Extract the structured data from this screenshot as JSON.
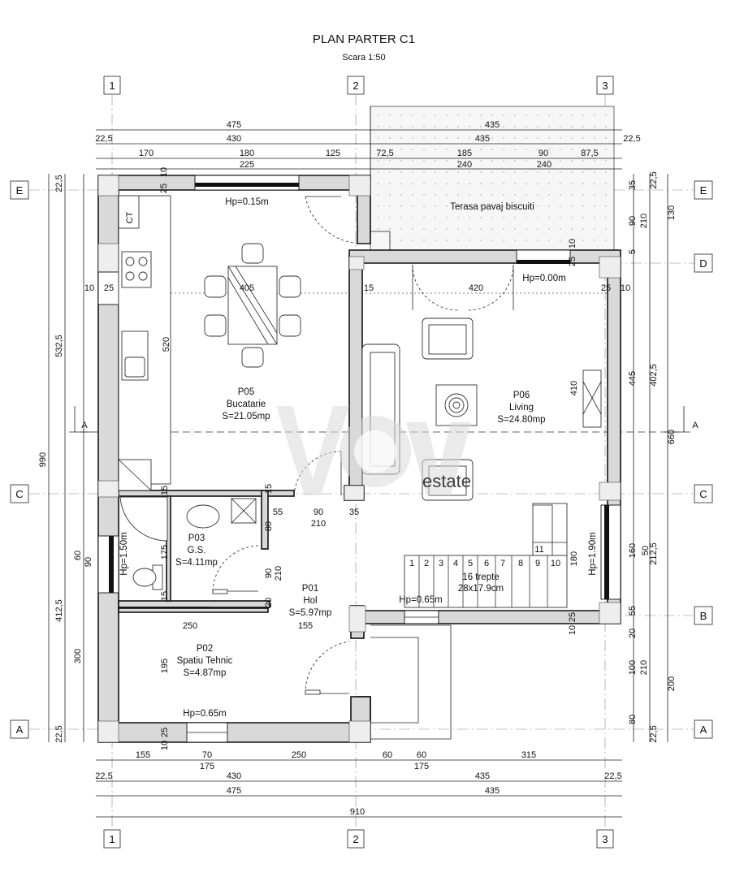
{
  "title": "PLAN PARTER C1",
  "scale": "Scara 1:50",
  "watermark": "estate",
  "axes": {
    "vertical": [
      "1",
      "2",
      "3"
    ],
    "horizontal": [
      "E",
      "D",
      "C",
      "B",
      "A"
    ],
    "section": "A"
  },
  "rooms": [
    {
      "code": "P05",
      "name": "Bucatarie",
      "area": "S=21.05mp"
    },
    {
      "code": "P06",
      "name": "Living",
      "area": "S=24.80mp"
    },
    {
      "code": "P03",
      "name": "G.S.",
      "area": "S=4.11mp"
    },
    {
      "code": "P01",
      "name": "Hol",
      "area": "S=5.97mp"
    },
    {
      "code": "P02",
      "name": "Spatiu Tehnic",
      "area": "S=4.87mp"
    }
  ],
  "terrace": "Terasa pavaj biscuiti",
  "stairs": {
    "label": "16 trepte",
    "size": "28x17.9cm",
    "steps": [
      "1",
      "2",
      "3",
      "4",
      "5",
      "6",
      "7",
      "8",
      "9",
      "10",
      "11"
    ]
  },
  "window_notes": {
    "kitchen_top": "Hp=0.15m",
    "living_top": "Hp=0.00m",
    "living_right": "Hp=1.90m",
    "gs_left": "Hp=1.50m",
    "hall_bottom": "Hp=0.65m",
    "tehnic_bottom": "Hp=0.65m"
  },
  "appliance": "CT",
  "dims_top": {
    "row1": [
      "475",
      "435"
    ],
    "row2": [
      "22,5",
      "430",
      "435",
      "22,5"
    ],
    "row3": [
      "170",
      "180",
      "125",
      "72,5",
      "185",
      "90",
      "87,5"
    ],
    "row4": [
      "225",
      "240",
      "240"
    ]
  },
  "dims_bottom": {
    "row1": [
      "155",
      "70",
      "250",
      "60",
      "60",
      "315"
    ],
    "row2": [
      "175",
      "175"
    ],
    "row3": [
      "22,5",
      "430",
      "435",
      "22,5"
    ],
    "row4": [
      "475",
      "435"
    ],
    "row5": "910"
  },
  "dims_left": [
    "22,5",
    "532,5",
    "990",
    "60",
    "90",
    "412,5",
    "300",
    "22,5"
  ],
  "dims_right_inner": [
    "35",
    "90",
    "5",
    "445",
    "160",
    "50",
    "55",
    "20",
    "100",
    "80"
  ],
  "dims_right_mid": [
    "22,5",
    "210",
    "402,5",
    "212,5",
    "210",
    "22,5"
  ],
  "dims_right_outer": [
    "130",
    "660",
    "200"
  ],
  "dims_interior": {
    "kitchen_w": "405",
    "kitchen_h": "520",
    "living_w": "420",
    "living_w2": "410",
    "w_10a": "10",
    "w_25a": "25",
    "w_25b": "25",
    "w_10b": "10",
    "w_15": "15",
    "top_10": "10",
    "top_25": "25",
    "top_10b": "10",
    "top_25b": "25",
    "hall_55": "55",
    "hall_90": "90",
    "hall_35": "35",
    "hall_210": "210",
    "hall_80": "80",
    "hall_90b": "90",
    "hall_210b": "210",
    "hall_20": "20",
    "gs_175": "175",
    "gs_15a": "15",
    "gs_15b": "15",
    "gs_15c": "15",
    "stair_180": "180",
    "h_250": "250",
    "h_155": "155",
    "tehnic_195": "195",
    "bot_25": "25",
    "bot_10": "10",
    "b_25": "25",
    "b_10": "10"
  }
}
